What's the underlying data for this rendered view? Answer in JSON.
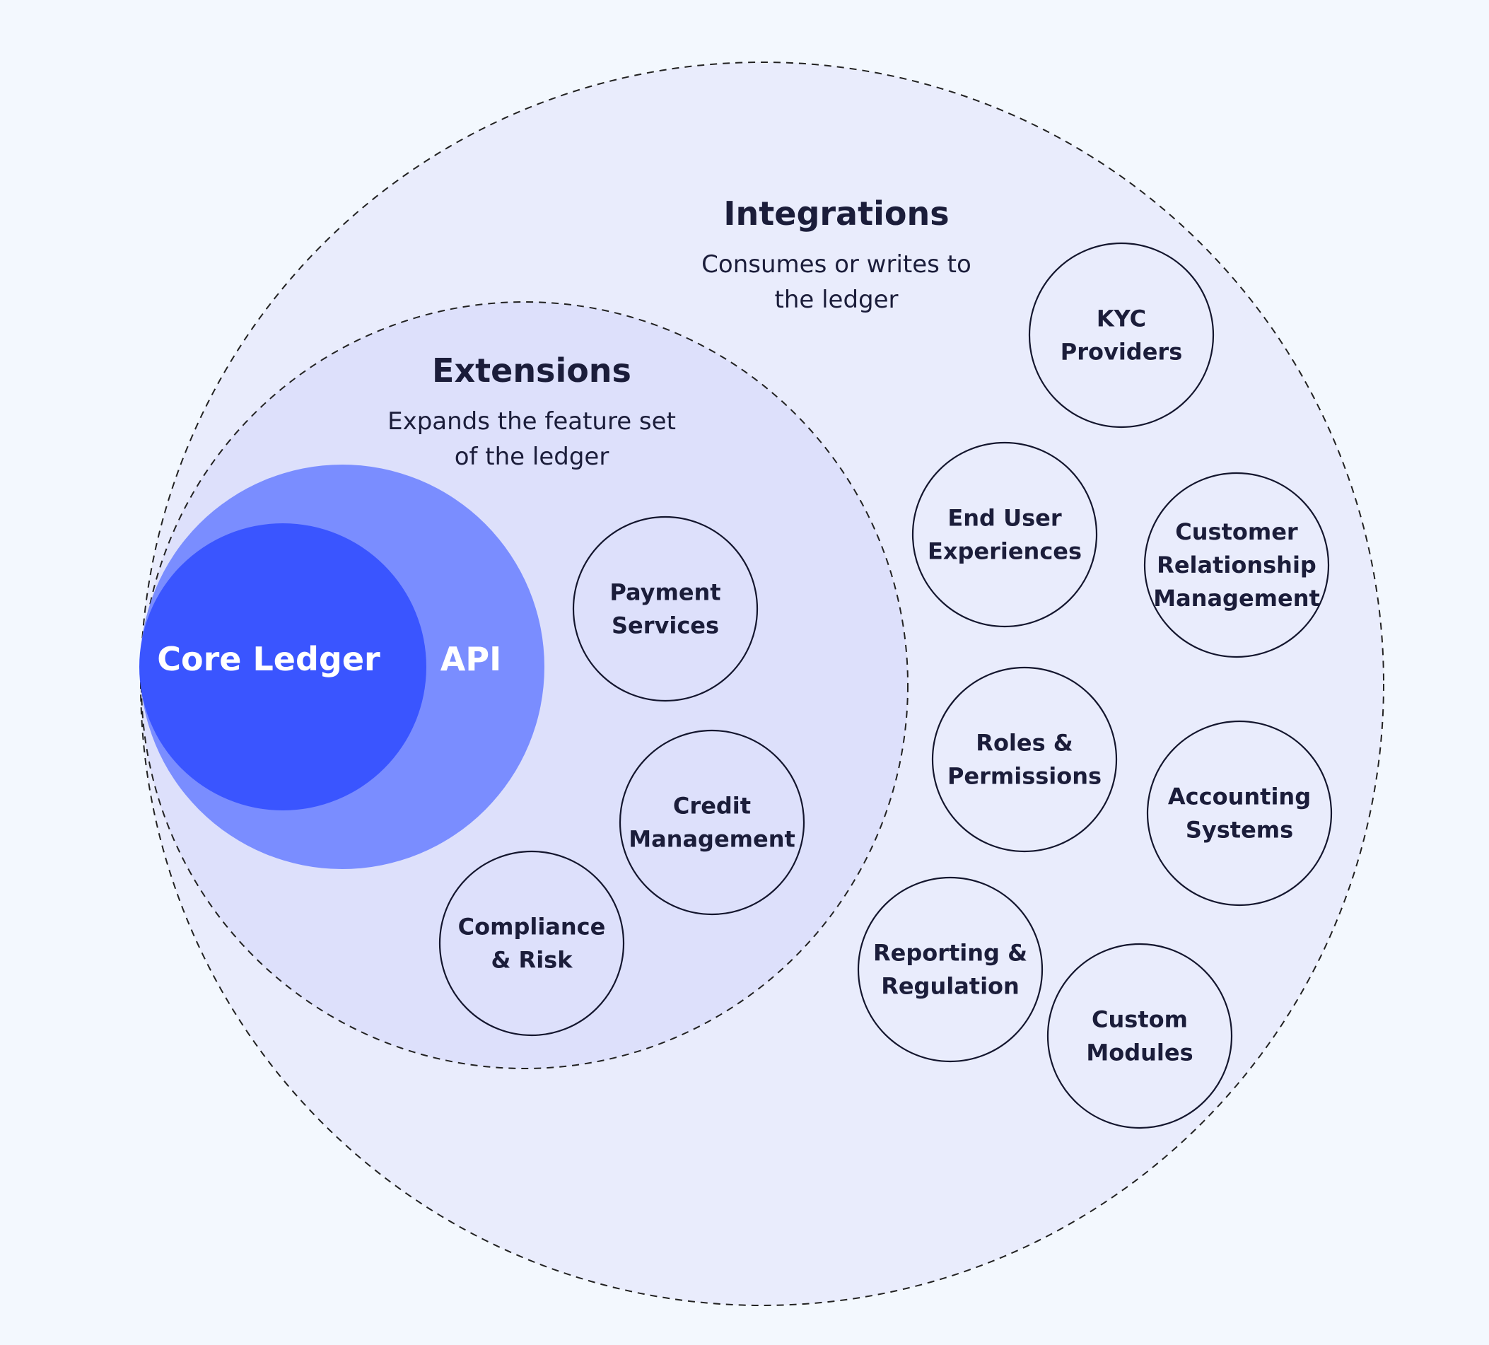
{
  "colors": {
    "background": "#f3f8fe",
    "integrations_fill": "#e9ecfc",
    "extensions_fill": "#dde0fb",
    "api": "#7a8dff",
    "core": "#3a55ff",
    "text": "#1b1d3a"
  },
  "integrations": {
    "title": "Integrations",
    "subtitle": [
      "Consumes or writes to",
      "the ledger"
    ],
    "items": [
      {
        "lines": [
          "KYC",
          "Providers"
        ]
      },
      {
        "lines": [
          "End User",
          "Experiences"
        ]
      },
      {
        "lines": [
          "Customer",
          "Relationship",
          "Management"
        ]
      },
      {
        "lines": [
          "Roles &",
          "Permissions"
        ]
      },
      {
        "lines": [
          "Accounting",
          "Systems"
        ]
      },
      {
        "lines": [
          "Reporting &",
          "Regulation"
        ]
      },
      {
        "lines": [
          "Custom",
          "Modules"
        ]
      }
    ]
  },
  "extensions": {
    "title": "Extensions",
    "subtitle": [
      "Expands the feature set",
      "of the ledger"
    ],
    "items": [
      {
        "lines": [
          "Payment",
          "Services"
        ]
      },
      {
        "lines": [
          "Credit",
          "Management"
        ]
      },
      {
        "lines": [
          "Compliance",
          "& Risk"
        ]
      }
    ]
  },
  "api": {
    "label": "API"
  },
  "core": {
    "label": "Core Ledger"
  }
}
